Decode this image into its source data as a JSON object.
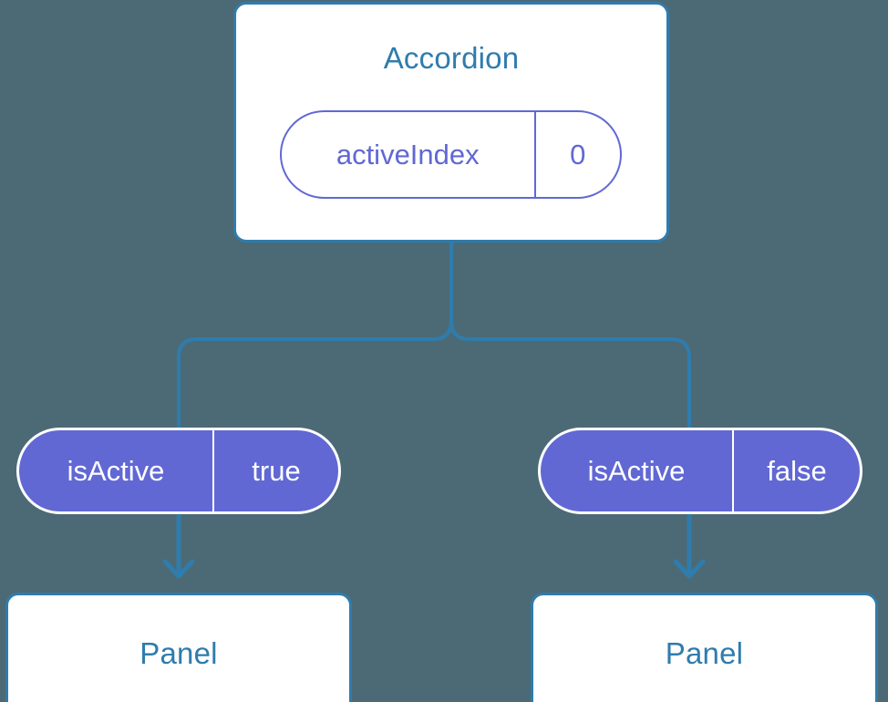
{
  "diagram": {
    "background_color": "#4c6a75",
    "accent_blue": "#2f7cad",
    "accent_purple": "#6168d4",
    "root": {
      "title": "Accordion",
      "prop": {
        "key": "activeIndex",
        "value": "0"
      }
    },
    "branches": [
      {
        "side": "left",
        "prop": {
          "key": "isActive",
          "value": "true"
        },
        "child_title": "Panel"
      },
      {
        "side": "right",
        "prop": {
          "key": "isActive",
          "value": "false"
        },
        "child_title": "Panel"
      }
    ]
  }
}
